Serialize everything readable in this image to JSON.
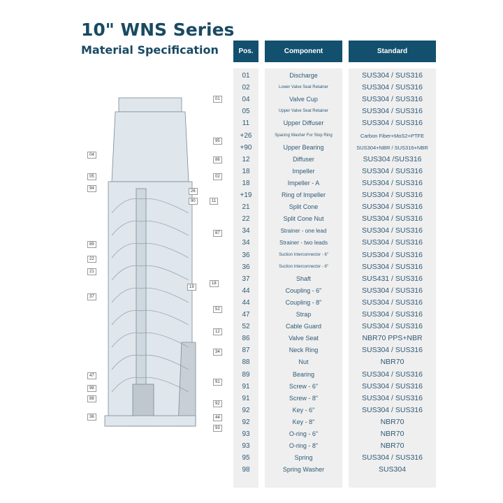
{
  "title": "10\" WNS Series",
  "subtitle": "Material Specification",
  "headers": {
    "pos": "Pos.",
    "component": "Component",
    "standard": "Standard"
  },
  "rows": [
    {
      "pos": "01",
      "component": "Discharge",
      "standard": "SUS304 / SUS316"
    },
    {
      "pos": "02",
      "component": "Lower Valve Seat Retainer",
      "standard": "SUS304 / SUS316"
    },
    {
      "pos": "04",
      "component": "Valve Cup",
      "standard": "SUS304 / SUS316"
    },
    {
      "pos": "05",
      "component": "Upper Valve Seat Retainer",
      "standard": "SUS304 / SUS316"
    },
    {
      "pos": "11",
      "component": "Upper Diffuser",
      "standard": "SUS304 / SUS316"
    },
    {
      "pos": "+26",
      "component": "Spacing Washer For Stop Ring",
      "standard": "Carbon Fiber+MoS2+PTFE"
    },
    {
      "pos": "+90",
      "component": "Upper Bearing",
      "standard": "SUS304+NBR / SUS316+NBR"
    },
    {
      "pos": "12",
      "component": "Diffuser",
      "standard": "SUS304 /SUS316"
    },
    {
      "pos": "18",
      "component": "Impeller",
      "standard": "SUS304 / SUS316"
    },
    {
      "pos": "18",
      "component": "Impeller - A",
      "standard": "SUS304 / SUS316"
    },
    {
      "pos": "+19",
      "component": "Ring of Impeller",
      "standard": "SUS304 / SUS316"
    },
    {
      "pos": "21",
      "component": "Split Cone",
      "standard": "SUS304 / SUS316"
    },
    {
      "pos": "22",
      "component": "Split Cone Nut",
      "standard": "SUS304 / SUS316"
    },
    {
      "pos": "34",
      "component": "Strainer - one lead",
      "standard": "SUS304 / SUS316"
    },
    {
      "pos": "34",
      "component": "Strainer - two leads",
      "standard": "SUS304 / SUS316"
    },
    {
      "pos": "36",
      "component": "Suction Interconnector - 6\"",
      "standard": "SUS304 / SUS316"
    },
    {
      "pos": "36",
      "component": "Suction Interconnector - 8\"",
      "standard": "SUS304 / SUS316"
    },
    {
      "pos": "37",
      "component": "Shaft",
      "standard": "SUS431 / SUS316"
    },
    {
      "pos": "44",
      "component": "Coupling - 6\"",
      "standard": "SUS304 / SUS316"
    },
    {
      "pos": "44",
      "component": "Coupling - 8\"",
      "standard": "SUS304 / SUS316"
    },
    {
      "pos": "47",
      "component": "Strap",
      "standard": "SUS304 / SUS316"
    },
    {
      "pos": "52",
      "component": "Cable Guard",
      "standard": "SUS304 / SUS316"
    },
    {
      "pos": "86",
      "component": "Valve Seat",
      "standard": "NBR70 PPS+NBR"
    },
    {
      "pos": "87",
      "component": "Neck Ring",
      "standard": "SUS304 / SUS316"
    },
    {
      "pos": "88",
      "component": "Nut",
      "standard": "NBR70"
    },
    {
      "pos": "89",
      "component": "Bearing",
      "standard": "SUS304 / SUS316"
    },
    {
      "pos": "91",
      "component": "Screw - 6\"",
      "standard": "SUS304 / SUS316"
    },
    {
      "pos": "91",
      "component": "Screw - 8\"",
      "standard": "SUS304 / SUS316"
    },
    {
      "pos": "92",
      "component": "Key - 6\"",
      "standard": "SUS304 / SUS316"
    },
    {
      "pos": "92",
      "component": "Key - 8\"",
      "standard": "NBR70"
    },
    {
      "pos": "93",
      "component": "O-ring - 6\"",
      "standard": "NBR70"
    },
    {
      "pos": "93",
      "component": "O-ring - 8\"",
      "standard": "NBR70"
    },
    {
      "pos": "95",
      "component": "Spring",
      "standard": "SUS304 / SUS316"
    },
    {
      "pos": "98",
      "component": "Spring Washer",
      "standard": "SUS304"
    }
  ],
  "callouts_left": [
    "04",
    "05",
    "94",
    "89",
    "22",
    "21",
    "37",
    "47",
    "98",
    "88",
    "36"
  ],
  "callouts_right": [
    "01",
    "95",
    "86",
    "02",
    "26",
    "90",
    "11",
    "87",
    "19",
    "18",
    "52",
    "12",
    "34",
    "91",
    "92",
    "44",
    "93"
  ]
}
